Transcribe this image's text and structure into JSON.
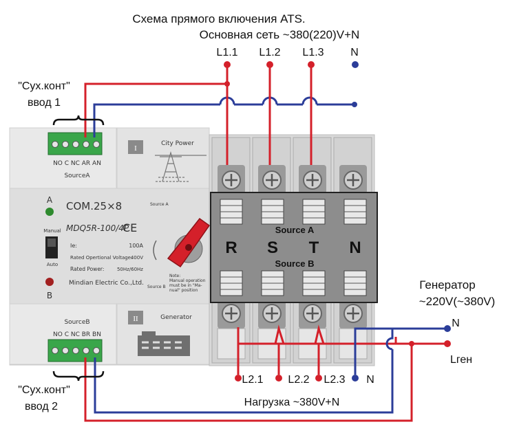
{
  "title": "Схема прямого включения ATS.",
  "main_network": "Основная сеть ~380(220)V+N",
  "input_terminals": [
    "L1.1",
    "L1.2",
    "L1.3",
    "N"
  ],
  "dry_contact_1": {
    "line1": "\"Сух.конт\"",
    "line2": "ввод 1"
  },
  "dry_contact_2": {
    "line1": "\"Сух.конт\"",
    "line2": "ввод 2"
  },
  "generator": {
    "line1": "Генератор",
    "line2": "~220V(~380V)",
    "n_label": "N",
    "l_label": "Lген"
  },
  "output_terminals": [
    "L2.1",
    "L2.2",
    "L2.3",
    "N"
  ],
  "load": "Нагрузка ~380V+N",
  "device": {
    "model": "COM.25×8",
    "model2": "MDQ5R-100/4P",
    "ce": "CE",
    "indicator_a": "A",
    "indicator_b": "B",
    "manual": "Manual",
    "auto": "Auto",
    "spec_ie_label": "Ie:",
    "spec_ie_value": "100A",
    "spec_voltage_label": "Rated Opertional Voltage:",
    "spec_voltage_value": "400V",
    "spec_power_label": "Rated Power:",
    "spec_power_value": "50Hz/60Hz",
    "maker": "Mindian Electric Co.,Ltd.",
    "source_a_small": "Source A",
    "source_b_small": "Source B",
    "note": [
      "Note:",
      "Manual operation",
      "must be in \"Ma-",
      "nual\" position"
    ],
    "terminal_block_top": "NO C NC AR AN",
    "source_a_label": "SourceA",
    "terminal_block_bottom": "NO C NC BR BN",
    "source_b_label": "SourceB",
    "city_power": "City Power",
    "generator_panel": "Generator",
    "panel_i": "I",
    "panel_ii": "II",
    "phases": [
      "R",
      "S",
      "T",
      "N"
    ],
    "window_source_a": "Source A",
    "window_source_b": "Source B"
  },
  "colors": {
    "phase": "#d4202a",
    "neutral": "#2b3d99",
    "terminal_green": "#3aa64a",
    "housing": "#e3e3e3"
  }
}
